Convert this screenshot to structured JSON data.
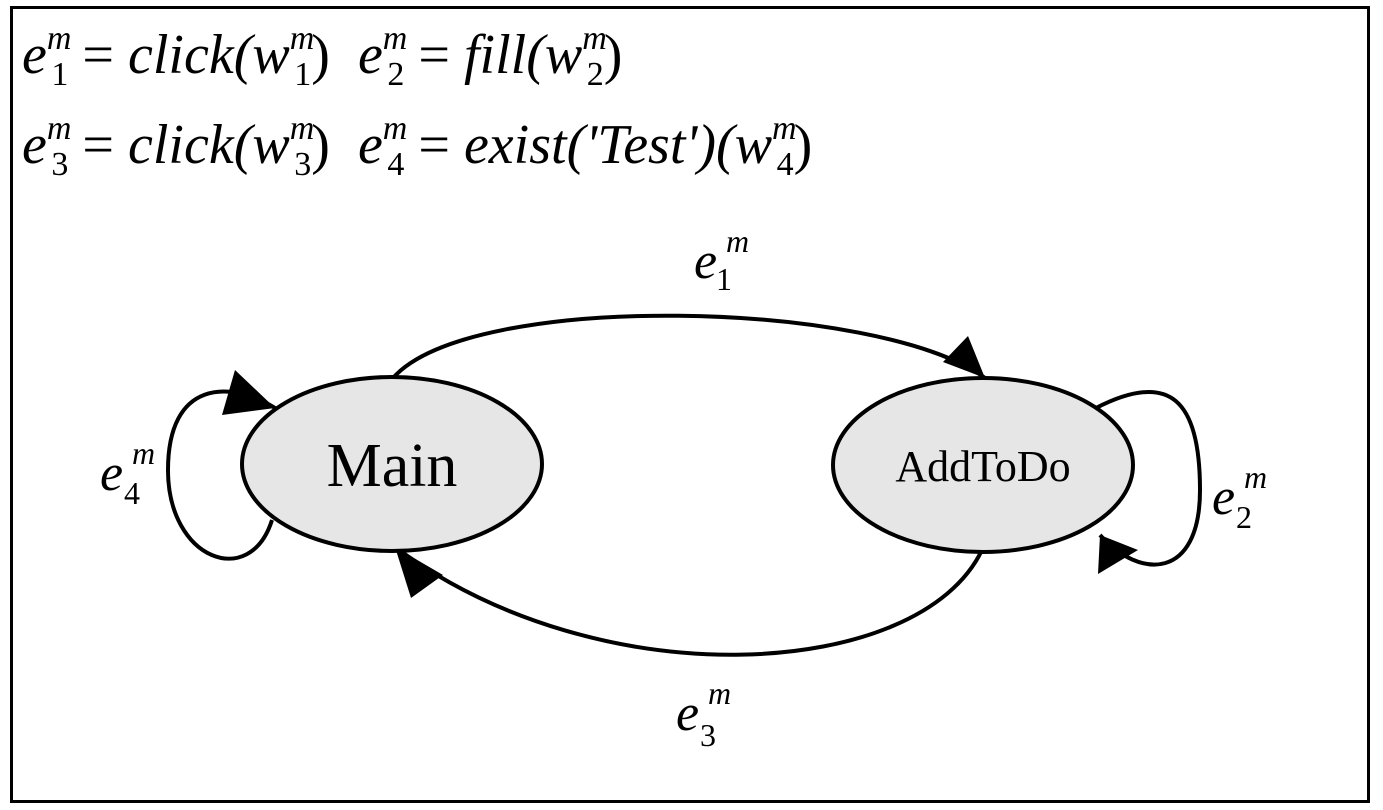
{
  "equations": {
    "line1": {
      "e1_var": "e",
      "e1_sup": "m",
      "e1_sub": "1",
      "eq1_sign": "=",
      "e1_func": "click(",
      "w1_var": "w",
      "w1_sup": "m",
      "w1_sub": "1",
      "e1_close": ")",
      "e2_var": "e",
      "e2_sup": "m",
      "e2_sub": "2",
      "eq2_sign": "=",
      "e2_func": "fill(",
      "w2_var": "w",
      "w2_sup": "m",
      "w2_sub": "2",
      "e2_close": ")"
    },
    "line2": {
      "e3_var": "e",
      "e3_sup": "m",
      "e3_sub": "3",
      "eq3_sign": "=",
      "e3_func": "click(",
      "w3_var": "w",
      "w3_sup": "m",
      "w3_sub": "3",
      "e3_close": ")",
      "e4_var": "e",
      "e4_sup": "m",
      "e4_sub": "4",
      "eq4_sign": "=",
      "e4_func": "exist('Test')(",
      "w4_var": "w",
      "w4_sup": "m",
      "w4_sub": "4",
      "e4_close": ")"
    }
  },
  "nodes": {
    "main": {
      "label": "Main",
      "fill": "#e6e6e6"
    },
    "addtodo": {
      "label": "AddToDo",
      "fill": "#e6e6e6"
    }
  },
  "edges": {
    "e1": {
      "var": "e",
      "sup": "m",
      "sub": "1"
    },
    "e2": {
      "var": "e",
      "sup": "m",
      "sub": "2"
    },
    "e3": {
      "var": "e",
      "sup": "m",
      "sub": "3"
    },
    "e4": {
      "var": "e",
      "sup": "m",
      "sub": "4"
    }
  }
}
